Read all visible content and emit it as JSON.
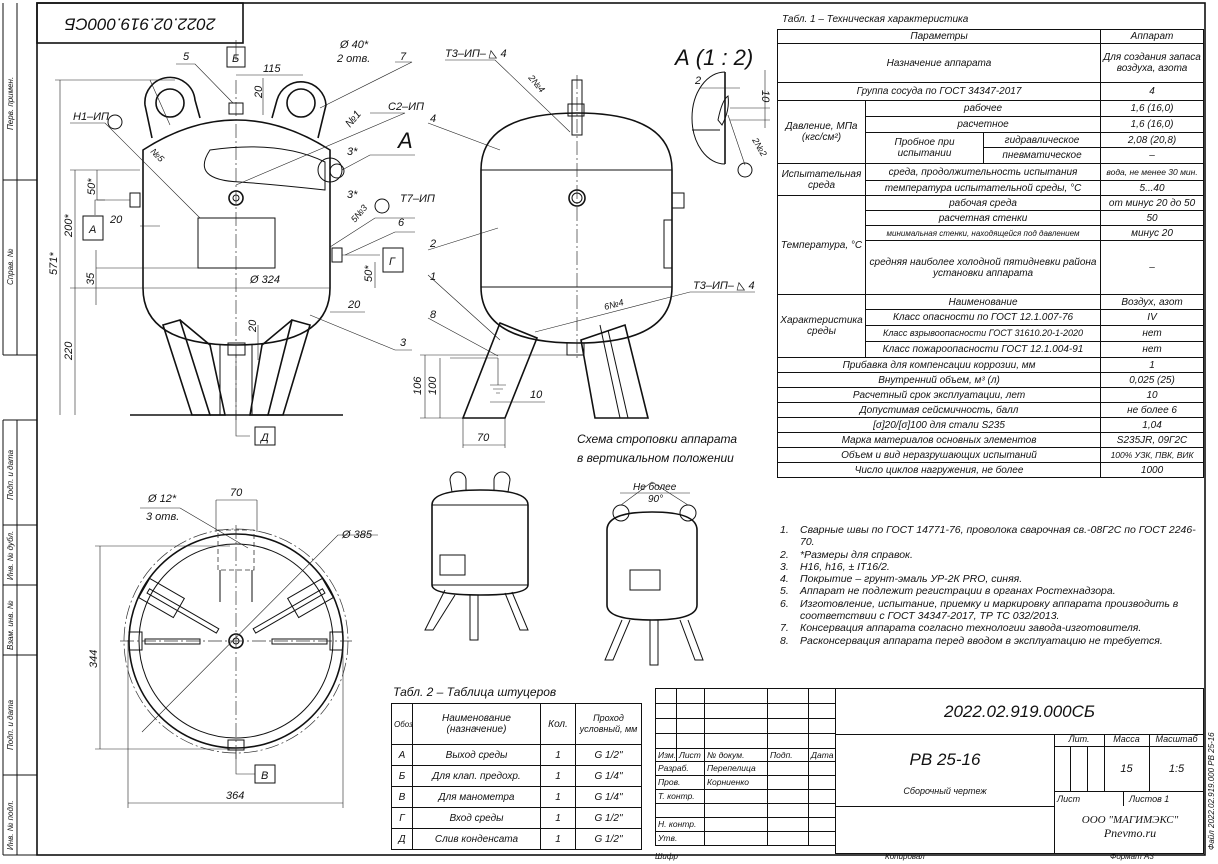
{
  "margin": {
    "stamp_number": "2022.02.919.000СБ",
    "side_labels": [
      "Перв. примен.",
      "Справ. №",
      "Подп. и дата",
      "Инв. № дубл.",
      "Взам. инв. №",
      "Подп. и дата",
      "Инв. № подл."
    ],
    "file_label": "Файл 2022.02.919.000 РВ 25-16"
  },
  "front_view": {
    "callouts": [
      "5",
      "7",
      "3",
      "6"
    ],
    "port_b": "Б",
    "port_a": "А",
    "port_g": "Г",
    "port_d": "Д",
    "dim_115": "115",
    "dim_20_top": "20",
    "dim_d40": "Ø 40*",
    "dim_d40_note": "2 отв.",
    "weld_c2": "С2–ИП",
    "weld_n1_mark": "№1",
    "view_a": "А",
    "dim_3a": "3*",
    "dim_3b": "3*",
    "weld_t7": "Т7–ИП",
    "weld_5n3": "5№3",
    "dim_50_right": "50*",
    "dim_20_right": "20",
    "weld_h1": "Н1–ИП",
    "weld_n5": "№5",
    "dim_50_left": "50*",
    "dim_20_left": "20",
    "dim_200": "200*",
    "dim_571": "571*",
    "dim_35": "35",
    "dim_d324": "Ø 324",
    "dim_220": "220",
    "dim_20_bottom": "20"
  },
  "side_view": {
    "weld_t3_top": "Т3–ИП– ◺ 4",
    "weld_2n4": "2№4",
    "callouts": [
      "4",
      "2",
      "1",
      "8"
    ],
    "weld_t3_bottom": "Т3–ИП– ◺ 4",
    "weld_6n4": "6№4",
    "dim_106": "106",
    "dim_100": "100",
    "dim_10": "10",
    "dim_70": "70"
  },
  "detail_a": {
    "title": "А (1 : 2)",
    "dim_2": "2",
    "dim_10": "10",
    "weld_2n2": "2№2"
  },
  "bottom_view": {
    "dim_d12": "Ø 12*",
    "dim_d12_note": "3 отв.",
    "dim_70": "70",
    "dim_d385": "Ø 385",
    "dim_344": "344",
    "dim_364": "364",
    "port_v": "В"
  },
  "sling": {
    "title_1": "Схема строповки аппарата",
    "title_2": "в вертикальном положении",
    "angle_label": "Не более",
    "angle_value": "90°"
  },
  "table1": {
    "caption": "Табл. 1 – Техническая характеристика",
    "head_param": "Параметры",
    "head_value": "Аппарат",
    "purpose": {
      "label": "Назначение аппарата",
      "value": "Для создания запаса воздуха, азота"
    },
    "group": {
      "label": "Группа сосуда по ГОСТ 34347-2017",
      "value": "4"
    },
    "pressure": {
      "label": "Давление, МПа (кгс/см²)",
      "working": {
        "label": "рабочее",
        "value": "1,6 (16,0)"
      },
      "design": {
        "label": "расчетное",
        "value": "1,6 (16,0)"
      },
      "test_label": "Пробное при испытании",
      "hydraulic": {
        "label": "гидравлическое",
        "value": "2,08 (20,8)"
      },
      "pneumatic": {
        "label": "пневматическое",
        "value": "–"
      }
    },
    "test_medium": {
      "label": "Испытательная среда",
      "medium": {
        "label": "среда, продолжительность испытания",
        "value": "вода, не менее 30 мин."
      },
      "temp": {
        "label": "температура испытательной среды, °С",
        "value": "5...40"
      }
    },
    "temperature": {
      "label": "Температура, °С",
      "working": {
        "label": "рабочая среда",
        "value": "от минус 20 до 50"
      },
      "design": {
        "label": "расчетная стенки",
        "value": "50"
      },
      "minimal": {
        "label": "минимальная стенки, находящейся под давлением",
        "value": "минус 20"
      },
      "coldest": {
        "label": "средняя наиболее холодной пятидневки района установки аппарата",
        "value": "–"
      }
    },
    "medium": {
      "label": "Характеристика среды",
      "name": {
        "label": "Наименование",
        "value": "Воздух, азот"
      },
      "hazard": {
        "label": "Класс опасности по ГОСТ 12.1.007-76",
        "value": "IV"
      },
      "explosion": {
        "label": "Класс взрывоопасности ГОСТ 31610.20-1-2020",
        "value": "нет"
      },
      "fire": {
        "label": "Класс пожароопасности ГОСТ 12.1.004-91",
        "value": "нет"
      }
    },
    "rows": [
      {
        "label": "Прибавка для компенсации коррозии, мм",
        "value": "1"
      },
      {
        "label": "Внутренний объем, м³ (л)",
        "value": "0,025 (25)"
      },
      {
        "label": "Расчетный срок эксплуатации, лет",
        "value": "10"
      },
      {
        "label": "Допустимая сейсмичность, балл",
        "value": "не более 6"
      },
      {
        "label": "[σ]20/[σ]100 для стали S235",
        "value": "1,04"
      },
      {
        "label": "Марка материалов основных элементов",
        "value": "S235JR, 09Г2С"
      },
      {
        "label": "Объем и вид неразрушающих испытаний",
        "value": "100% УЗК, ПВК, ВИК"
      },
      {
        "label": "Число циклов нагружения, не более",
        "value": "1000"
      }
    ]
  },
  "notes": [
    {
      "n": "1.",
      "text": "Сварные швы по ГОСТ 14771-76, проволока сварочная св.-08Г2С по ГОСТ 2246-70."
    },
    {
      "n": "2.",
      "text": "*Размеры для справок."
    },
    {
      "n": "3.",
      "text": "Н16, h16, ± IT16/2."
    },
    {
      "n": "4.",
      "text": "Покрытие – грунт-эмаль УР-2К PRO, синяя."
    },
    {
      "n": "5.",
      "text": "Аппарат не подлежит регистрации в органах Ростехнадзора."
    },
    {
      "n": "6.",
      "text": "Изготовление, испытание, приемку и маркировку аппарата производить в соответствии с ГОСТ 34347-2017, ТР ТС 032/2013."
    },
    {
      "n": "7.",
      "text": "Консервация аппарата согласно технологии завода-изготовителя."
    },
    {
      "n": "8.",
      "text": "Расконсервация аппарата перед вводом в эксплуатацию не требуется."
    }
  ],
  "table2": {
    "caption": "Табл. 2 – Таблица штуцеров",
    "headers": [
      "Обозн.",
      "Наименование (назначение)",
      "Кол.",
      "Проход условный, мм"
    ],
    "rows": [
      [
        "А",
        "Выход среды",
        "1",
        "G 1/2\""
      ],
      [
        "Б",
        "Для клап. предохр.",
        "1",
        "G 1/4\""
      ],
      [
        "В",
        "Для манометра",
        "1",
        "G 1/4\""
      ],
      [
        "Г",
        "Вход среды",
        "1",
        "G 1/2\""
      ],
      [
        "Д",
        "Слив конденсата",
        "1",
        "G 1/2\""
      ]
    ]
  },
  "title_block": {
    "doc_number": "2022.02.919.000СБ",
    "col_headers": [
      "Изм.",
      "Лист",
      "№ докум.",
      "Подп.",
      "Дата"
    ],
    "roles": [
      {
        "role": "Разраб.",
        "name": "Перепелица"
      },
      {
        "role": "Пров.",
        "name": "Корниенко"
      },
      {
        "role": "Т. контр.",
        "name": ""
      },
      {
        "role": "",
        "name": ""
      },
      {
        "role": "Н. контр.",
        "name": ""
      },
      {
        "role": "Утв.",
        "name": ""
      }
    ],
    "product_name": "РВ 25-16",
    "doc_type": "Сборочный чертеж",
    "lit_label": "Лит.",
    "mass_label": "Масса",
    "scale_label": "Масштаб",
    "mass": "15",
    "scale": "1:5",
    "sheet_label": "Лист",
    "sheets_label": "Листов 1",
    "company": "ООО \"МАГИМЭКС\"",
    "website": "Pnevmo.ru",
    "footer_code": "Шифр",
    "footer_copied": "Копировал",
    "footer_format": "Формат А3"
  }
}
